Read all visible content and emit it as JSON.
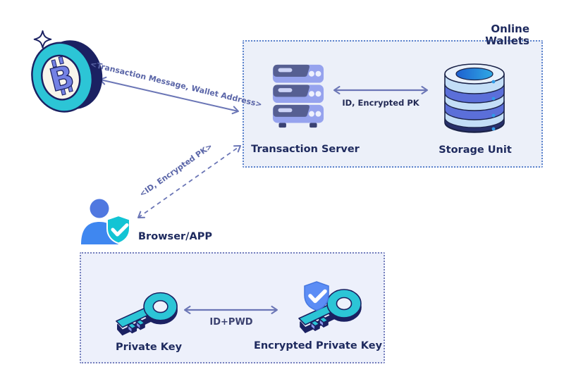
{
  "online_wallets": {
    "title": "Online Wallets",
    "server_label": "Transaction Server",
    "storage_label": "Storage Unit",
    "link_label": "ID, Encrypted PK"
  },
  "client": {
    "label": "Browser/APP"
  },
  "key_box": {
    "private_key_label": "Private Key",
    "encrypted_key_label": "Encrypted Private Key",
    "link_label": "ID+PWD"
  },
  "links": {
    "coin_to_server_label": "<Transaction Message, Wallet Address>",
    "server_to_client_label": "<ID, Encrypted PK>"
  },
  "icons": {
    "bitcoin": "bitcoin-coin-icon",
    "sparkle": "sparkle-icon",
    "server": "server-rack-icon",
    "storage": "database-icon",
    "user": "user-icon",
    "user_shield": "shield-check-icon",
    "key": "key-icon",
    "encrypted_key_shield": "shield-check-icon"
  },
  "colors": {
    "teal": "#2cc5d6",
    "navy": "#1b2162",
    "periwinkle": "#96a3ee",
    "arrow": "#6b76b6",
    "title_text": "#1e2a5e",
    "rotated_label_text": "#5b66a8",
    "online_box_bg": "#ecf0f9",
    "online_box_border": "#5b82cc",
    "key_box_bg": "#edf0fb",
    "key_box_border": "#7680bd",
    "person_blue": "#3f87f0",
    "shield_teal": "#12c4d4",
    "shield_blue": "#5c8df5",
    "db_band_blue": "#5b6fd9"
  }
}
